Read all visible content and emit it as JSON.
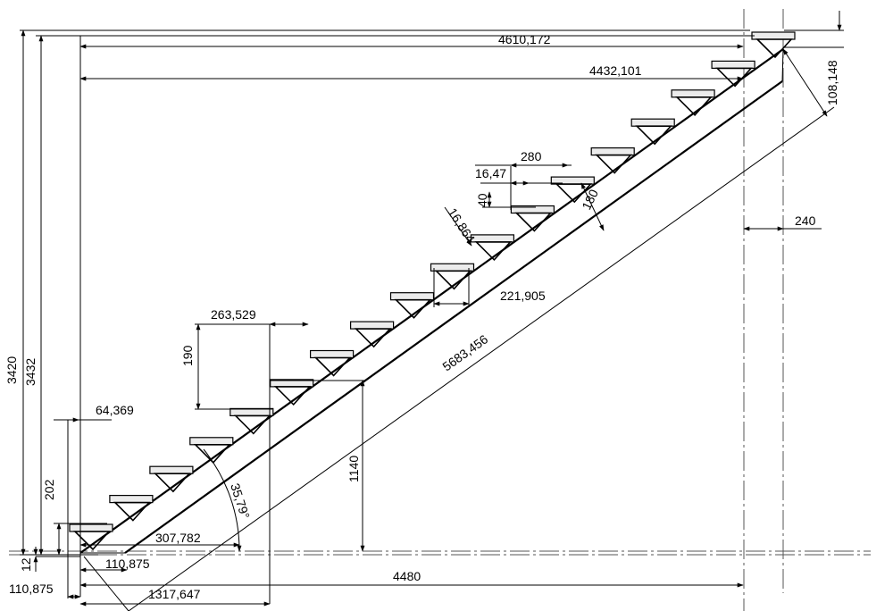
{
  "dimensions": {
    "total_length": "4610,172",
    "stringer_run": "4432,101",
    "diagonal_overhang": "108,148",
    "landing_offset": "240",
    "tread_depth": "280",
    "bracket_gap": "16,47",
    "tread_thickness": "40",
    "beam_depth": "180",
    "bracket_offset": "16,864",
    "step_projection": "221,905",
    "beam_length": "5683,456",
    "step_run": "263,529",
    "riser_height": "190",
    "first_offset": "64,369",
    "first_riser": "202",
    "total_rise_outer": "3420",
    "total_rise_inner": "3432",
    "angle": "35,79°",
    "mid_height": "1140",
    "base_run": "307,782",
    "base_offset_inner": "110,875",
    "base_height": "12",
    "base_offset_outer": "110,875",
    "bottom_run": "1317,647",
    "axis_distance": "4480"
  }
}
